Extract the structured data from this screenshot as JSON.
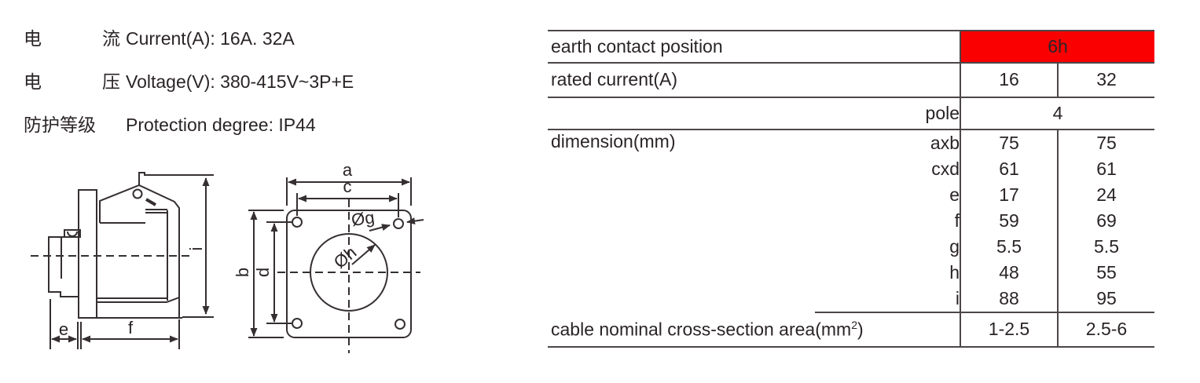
{
  "specs": [
    {
      "zh_left": "电",
      "zh_right": "流",
      "en": "Current(A): 16A. 32A"
    },
    {
      "zh_left": "电",
      "zh_right": "压",
      "en": "Voltage(V): 380-415V~3P+E"
    },
    {
      "zh": "防护等级",
      "en": "Protection degree: IP44"
    }
  ],
  "drawings": {
    "side_view": {
      "dim_e": "e",
      "dim_f": "f",
      "dim_i": "i"
    },
    "front_view": {
      "dim_a": "a",
      "dim_c": "c",
      "dim_b": "b",
      "dim_d": "d",
      "dim_g": "Øg",
      "dim_h": "Øh"
    }
  },
  "table": {
    "earth": {
      "label": "earth contact position",
      "value": "6h"
    },
    "rated": {
      "label": "rated current(A)",
      "v16": "16",
      "v32": "32"
    },
    "pole": {
      "label": "pole",
      "value": "4"
    },
    "dimension": {
      "label": "dimension(mm)",
      "rows": [
        {
          "key": "axb",
          "v16": "75",
          "v32": "75"
        },
        {
          "key": "cxd",
          "v16": "61",
          "v32": "61"
        },
        {
          "key": "e",
          "v16": "17",
          "v32": "24"
        },
        {
          "key": "f",
          "v16": "59",
          "v32": "69"
        },
        {
          "key": "g",
          "v16": "5.5",
          "v32": "5.5"
        },
        {
          "key": "h",
          "v16": "48",
          "v32": "55"
        },
        {
          "key": "i",
          "v16": "88",
          "v32": "95"
        }
      ]
    },
    "cable": {
      "label_pre": "cable nominal cross-section area(mm",
      "label_sup": "2",
      "label_post": ")",
      "v16": "1-2.5",
      "v32": "2.5-6"
    }
  },
  "colors": {
    "accent_red": "#fb0000",
    "ink": "#2a2426",
    "rule": "#4c4648"
  }
}
